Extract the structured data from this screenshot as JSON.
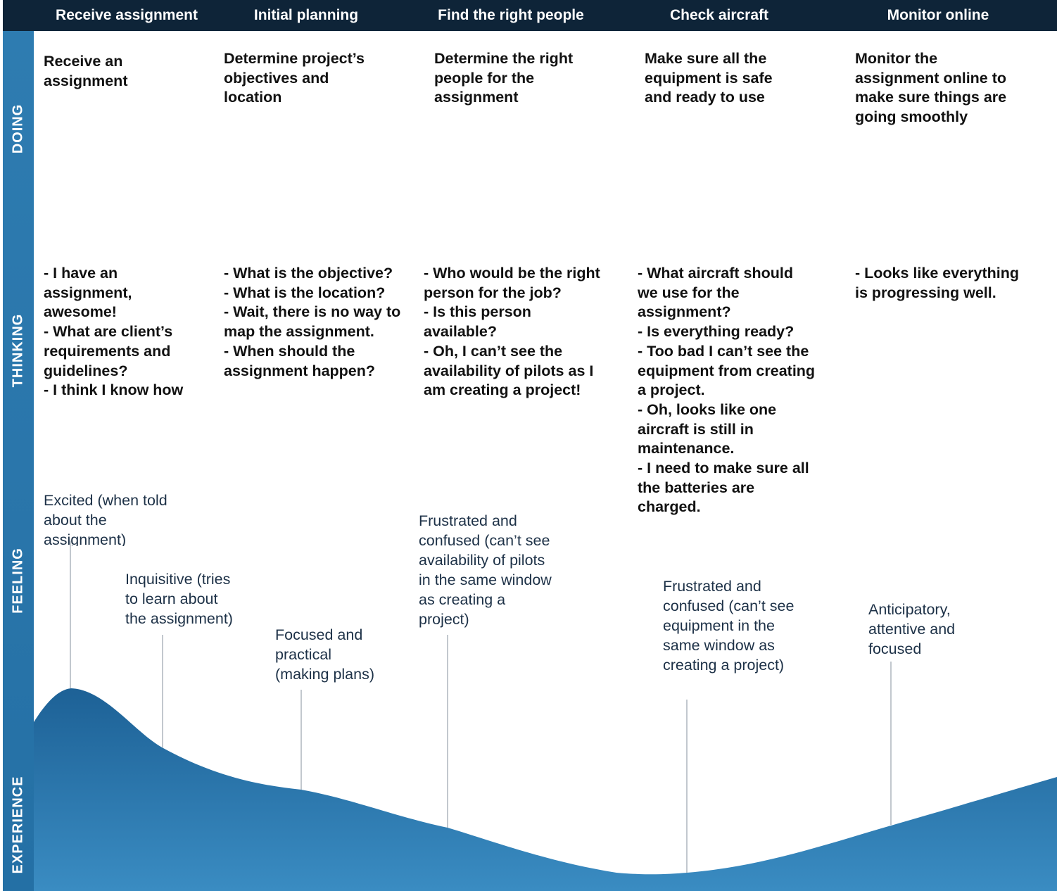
{
  "stages": [
    "Receive assignment",
    "Initial planning",
    "Find the right people",
    "Check aircraft",
    "Monitor online"
  ],
  "rows": [
    "DOING",
    "THINKING",
    "FEELING",
    "EXPERIENCE"
  ],
  "doing": [
    "Receive an\nassignment",
    "Determine project’s\nobjectives and\nlocation",
    "Determine the right\npeople for the\nassignment",
    "Make sure all the\nequipment is safe\nand ready to use",
    "Monitor the\nassignment online to\nmake sure things are\ngoing smoothly"
  ],
  "thinking": [
    "- I have an\nassignment,\nawesome!\n- What are client’s\nrequirements and\nguidelines?\n- I think I know how",
    "- What is the objective?\n- What is the location?\n- Wait, there is no way to\nmap the assignment.\n- When should the\nassignment happen?",
    "- Who would be the right\nperson for the job?\n- Is this person\navailable?\n- Oh, I can’t see the\navailability of pilots as I\nam creating a project!",
    "- What aircraft should\nwe use for the\nassignment?\n- Is everything ready?\n- Too bad I can’t see the\nequipment from creating\na project.\n- Oh, looks like one\naircraft is still in\nmaintenance.\n- I need to make sure all\nthe batteries are\ncharged.",
    "- Looks like everything\nis progressing well."
  ],
  "feelings": [
    "Excited (when told\nabout the\nassignment)",
    "Inquisitive (tries\nto learn about\nthe assignment)",
    "Focused and\npractical\n(making plans)",
    "Frustrated and\nconfused (can’t see\navailability of pilots\nin the same window\nas creating a\nproject)",
    "Frustrated and\nconfused (can’t see\nequipment in the\nsame window as\ncreating a project)",
    "Anticipatory,\nattentive and\nfocused"
  ],
  "colors": {
    "header": "#0e2438",
    "sidebar": "#2a76ab",
    "curve_top": "#1d6196",
    "curve_bottom": "#3a8cc2",
    "pointer": "#aeb6bd"
  }
}
